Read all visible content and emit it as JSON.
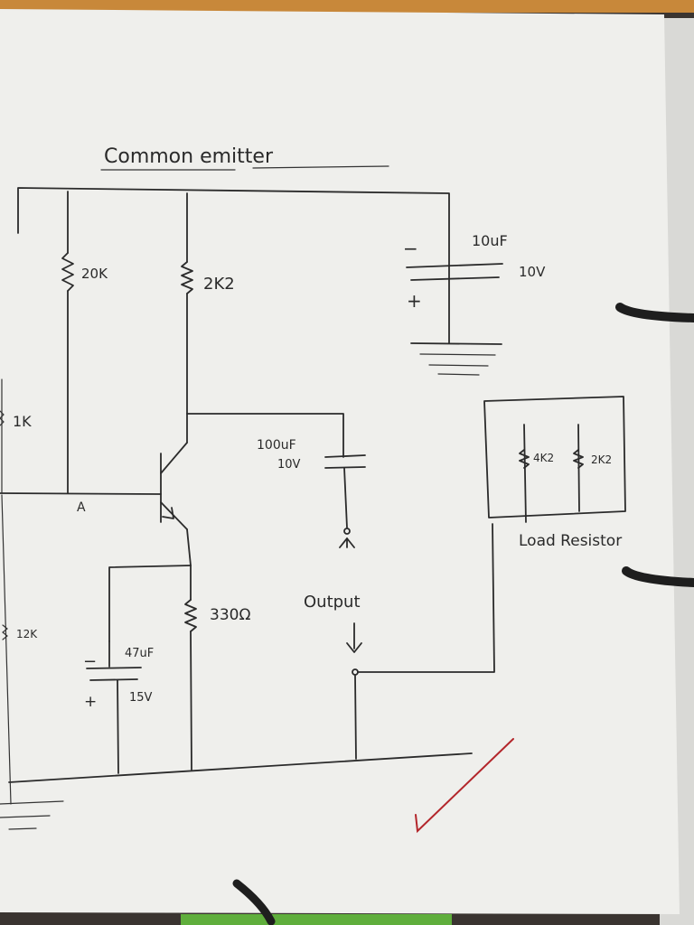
{
  "title": "Common emitter",
  "labels": {
    "r_20k": "20K",
    "r_2k2": "2K2",
    "r_1k": "1K",
    "r_12k": "12K",
    "r_330": "330Ω",
    "cap_top_value": "10uF",
    "cap_top_voltage": "10V",
    "cap_mid_value": "100uF",
    "cap_mid_voltage": "10V",
    "cap_bottom_value": "47uF",
    "cap_bottom_voltage": "15V",
    "node_a": "A",
    "output": "Output",
    "load_r1": "4K2",
    "load_r2": "2K2",
    "load_resistor": "Load Resistor",
    "minus": "−",
    "plus": "+"
  },
  "colors": {
    "paper": "#efefec",
    "ink": "#2b2b2b",
    "binder": "#1e1e1e",
    "tick": "#b3262b",
    "binding_red": "#a8262a",
    "top_edge": "#c8883a"
  }
}
